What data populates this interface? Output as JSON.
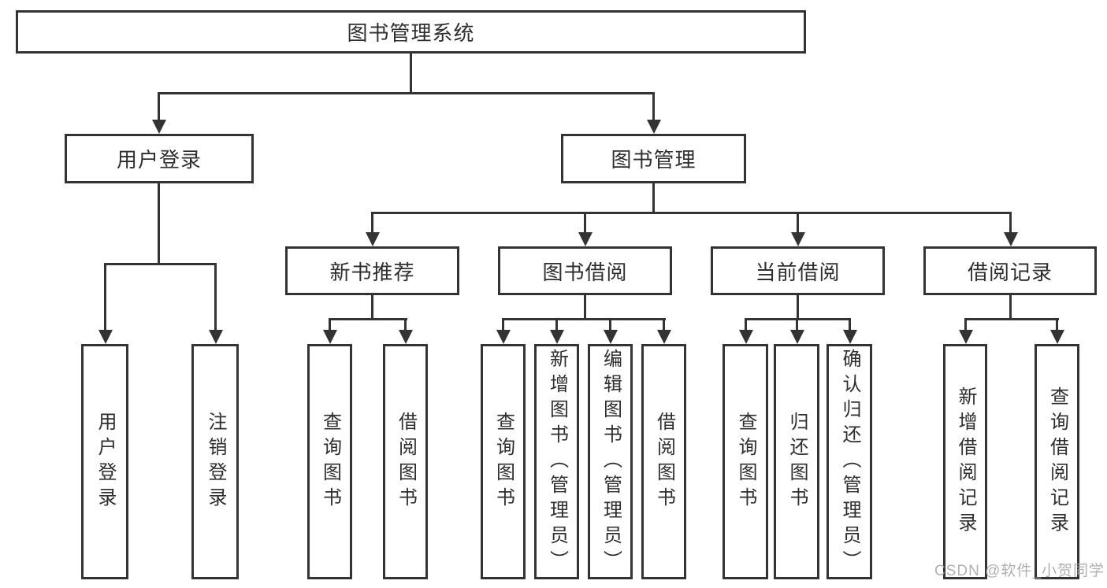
{
  "diagram": {
    "title": "图书管理系统",
    "root": {
      "label": "图书管理系统"
    },
    "branches": [
      {
        "label": "用户登录",
        "children": [
          {
            "label": "用户登录"
          },
          {
            "label": "注销登录"
          }
        ]
      },
      {
        "label": "图书管理",
        "sections": [
          {
            "label": "新书推荐",
            "children": [
              {
                "label": "查询图书"
              },
              {
                "label": "借阅图书"
              }
            ]
          },
          {
            "label": "图书借阅",
            "children": [
              {
                "label": "查询图书"
              },
              {
                "label": "新增图书（管理员）"
              },
              {
                "label": "编辑图书（管理员）"
              },
              {
                "label": "借阅图书"
              }
            ]
          },
          {
            "label": "当前借阅",
            "children": [
              {
                "label": "查询图书"
              },
              {
                "label": "归还图书"
              },
              {
                "label": "确认归还（管理员）"
              }
            ]
          },
          {
            "label": "借阅记录",
            "children": [
              {
                "label": "新增借阅记录"
              },
              {
                "label": "查询借阅记录"
              }
            ]
          }
        ]
      }
    ]
  },
  "watermark": {
    "text": "CSDN @软件_小贺同学"
  },
  "colors": {
    "line": "#333333",
    "box_border": "#333333",
    "text": "#2e2e2e",
    "watermark": "#a8a8a8",
    "background": "#ffffff"
  }
}
